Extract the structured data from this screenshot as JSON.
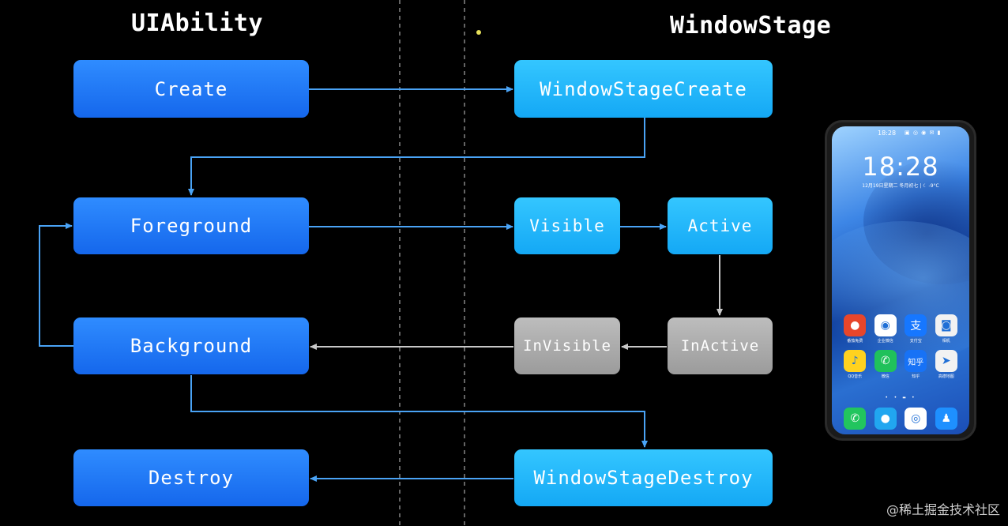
{
  "headings": {
    "left": "UIAbility",
    "right": "WindowStage"
  },
  "nodes": {
    "create": "Create",
    "foreground": "Foreground",
    "background": "Background",
    "destroy": "Destroy",
    "window_stage_create": "WindowStageCreate",
    "visible": "Visible",
    "active": "Active",
    "inactive": "InActive",
    "invisible": "InVisible",
    "window_stage_destroy": "WindowStageDestroy"
  },
  "phone": {
    "status_time": "18:28",
    "status_icons": "▣ ◎ ◉ ✉ ▮",
    "clock": "18:28",
    "date": "12月19日星期二 冬月初七  |  ☾ -9°C",
    "apps": [
      {
        "label": "番茄免费",
        "icon": "●",
        "color": "#e7462b"
      },
      {
        "label": "企业微信",
        "icon": "◉",
        "color": "#ffffff"
      },
      {
        "label": "支付宝",
        "icon": "支",
        "color": "#1677ff"
      },
      {
        "label": "相机",
        "icon": "◙",
        "color": "#f2f2f2"
      },
      {
        "label": "QQ音乐",
        "icon": "♪",
        "color": "#ffd21f"
      },
      {
        "label": "微信",
        "icon": "✆",
        "color": "#20c15b"
      },
      {
        "label": "知乎",
        "icon": "知乎",
        "color": "#1772f6"
      },
      {
        "label": "高德地图",
        "icon": "➤",
        "color": "#f2f2f2"
      }
    ],
    "dock": [
      {
        "icon": "✆",
        "color": "#22c55e"
      },
      {
        "icon": "●",
        "color": "#21a6f0"
      },
      {
        "icon": "◎",
        "color": "#ffffff"
      },
      {
        "icon": "♟",
        "color": "#1e90ff"
      }
    ],
    "page_dots": "• • ▬ •"
  },
  "watermark": "@稀土掘金技术社区",
  "colors": {
    "ability_box": "#1f78f2",
    "stage_box": "#1fb6f8",
    "inactive_box": "#a9a9a9",
    "connector": "#4aa3f5",
    "gray_connector": "#bdbdbd"
  }
}
